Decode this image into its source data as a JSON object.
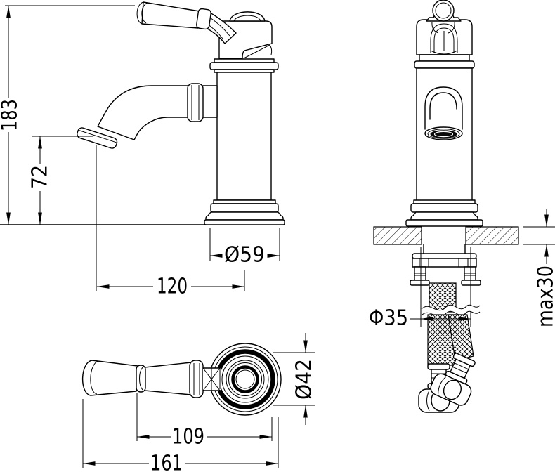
{
  "colors": {
    "line": "#000000",
    "background": "#ffffff"
  },
  "dimensions": {
    "side": {
      "total_height": "183",
      "spout_outlet_height": "72",
      "spout_reach": "120",
      "base_diameter": "Ø59"
    },
    "front": {
      "mounting_hole_diameter": "Φ35",
      "max_deck_thickness": "max30"
    },
    "top": {
      "body_diameter": "Ø42",
      "handle_to_center": "109",
      "overall_length": "161"
    }
  }
}
